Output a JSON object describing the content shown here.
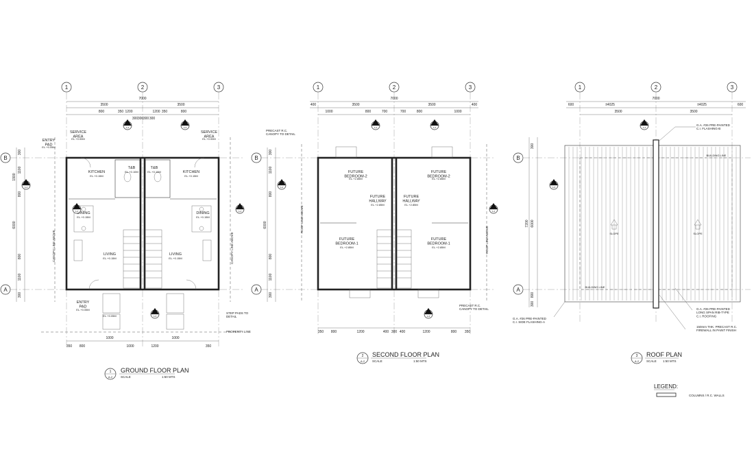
{
  "plans": {
    "ground": {
      "title": "GROUND FLOOR PLAN",
      "number": "1",
      "sheet": "A-2",
      "scale_label": "SCALE",
      "scale_value": "1:50 MTS",
      "grid_labels": [
        "1",
        "2",
        "3",
        "B",
        "A"
      ],
      "dims_top_total": "7000",
      "dims_top": [
        "3500",
        "3500"
      ],
      "dims_top_detail": [
        "800",
        "1200",
        "350",
        "1200",
        "350",
        "800"
      ],
      "dims_top_small": [
        "300",
        "300",
        "300",
        "300"
      ],
      "dims_left": [
        "300",
        "1100",
        "1900",
        "800",
        "6000",
        "800",
        "1100",
        "300"
      ],
      "dims_bottom": [
        "350",
        "800",
        "1000",
        "1000",
        "1200",
        "1000",
        "350"
      ],
      "rooms": [
        {
          "name": "SERVICE\nAREA",
          "el": "EL.+0.00M"
        },
        {
          "name": "SERVICE\nAREA",
          "el": "EL.+0.00M"
        },
        {
          "name": "ENTRY\nPAD",
          "el": "EL.+0.05M"
        },
        {
          "name": "KITCHEN",
          "el": "EL.+0.15M"
        },
        {
          "name": "T&B",
          "el": "EL.+0.10M"
        },
        {
          "name": "T&B",
          "el": "EL.+0.10M"
        },
        {
          "name": "KITCHEN",
          "el": "EL.+0.15M"
        },
        {
          "name": "DINING",
          "el": "EL.+0.15M"
        },
        {
          "name": "DINING",
          "el": "EL.+0.15M"
        },
        {
          "name": "LIVING",
          "el": "EL.+0.15M"
        },
        {
          "name": "LIVING",
          "el": "EL.+0.15M"
        },
        {
          "name": "ENTRY\nPAD",
          "el": "EL.+0.05M"
        },
        {
          "name": "",
          "el": "EL.+0.05M"
        }
      ],
      "notes": {
        "step_pads": "STEP PADS TO\nDETAIL",
        "property_line": "PROPERTY LINE",
        "canopy_left": "CANOPY LINE ABOVE",
        "canopy_right": "CANOPY LINE ABOVE"
      }
    },
    "second": {
      "title": "SECOND FLOOR PLAN",
      "number": "2",
      "sheet": "A-2",
      "scale_label": "SCALE",
      "scale_value": "1:50 MTS",
      "grid_labels": [
        "1",
        "2",
        "3",
        "B",
        "A"
      ],
      "dims_top_total": "7000",
      "dims_top": [
        "400",
        "3500",
        "3500",
        "400"
      ],
      "dims_top_detail": [
        "1000",
        "800",
        "700",
        "700",
        "800",
        "1000"
      ],
      "dims_left": [
        "300",
        "1100",
        "800",
        "6000",
        "800",
        "1100",
        "300"
      ],
      "dims_bottom": [
        "350",
        "800",
        "1200",
        "400",
        "300",
        "400",
        "1200",
        "800",
        "350"
      ],
      "rooms": [
        {
          "name": "FUTURE\nBEDROOM-2",
          "el": "EL.+2.85M"
        },
        {
          "name": "FUTURE\nBEDROOM-2",
          "el": "EL.+2.85M"
        },
        {
          "name": "FUTURE\nHALLWAY",
          "el": "EL.+2.85M"
        },
        {
          "name": "FUTURE\nHALLWAY",
          "el": "EL.+2.85M"
        },
        {
          "name": "FUTURE\nBEDROOM-1",
          "el": "EL.+2.85M"
        },
        {
          "name": "FUTURE\nBEDROOM-1",
          "el": "EL.+2.85M"
        }
      ],
      "notes": {
        "canopy_top": "PRECAST R.C.\nCANOPY TO DETAIL",
        "canopy_bottom": "PRECAST R.C.\nCANOPY TO DETAIL",
        "roof_left": "ROOF LINE ABOVE",
        "roof_right": "ROOF LINE ABOVE"
      }
    },
    "roof": {
      "title": "ROOF PLAN",
      "number": "3",
      "sheet": "A-2",
      "scale_label": "SCALE",
      "scale_value": "1:50 MTS",
      "grid_labels": [
        "1",
        "2",
        "3",
        "B",
        "A"
      ],
      "dims_top_total": "7000",
      "dims_top": [
        "600",
        "±4025",
        "±4025",
        "600"
      ],
      "dims_top_detail": [
        "3500",
        "3500"
      ],
      "dims_left": [
        "300",
        "7200",
        "6000",
        "800",
        "300"
      ],
      "slope_label": "SLOPE",
      "building_line": "BUILDING LINE",
      "notes": {
        "flashing_b": "G.A. #26 PRE-PAINTED\nC.I. FLASHING-B",
        "roofing": "G.A. #26 PRE-PAINTED\nLONG SPAN RIB-TYPE\nC.I. ROOFING",
        "firewall": "150mm THK. PRECAST R.C.\nFIREWALL IN PAINT FINISH",
        "flashing_a": "G.A. #26 PRE-PAINTED\nC.I. SIDE FLASHING-A"
      }
    }
  },
  "legend": {
    "title": "LEGEND:",
    "items": [
      {
        "label": "COLUMNS / R.C. WALLS"
      }
    ]
  },
  "section_markers": [
    "A-4",
    "A-4",
    "A-4",
    "A-4",
    "A-5",
    "A-5"
  ]
}
